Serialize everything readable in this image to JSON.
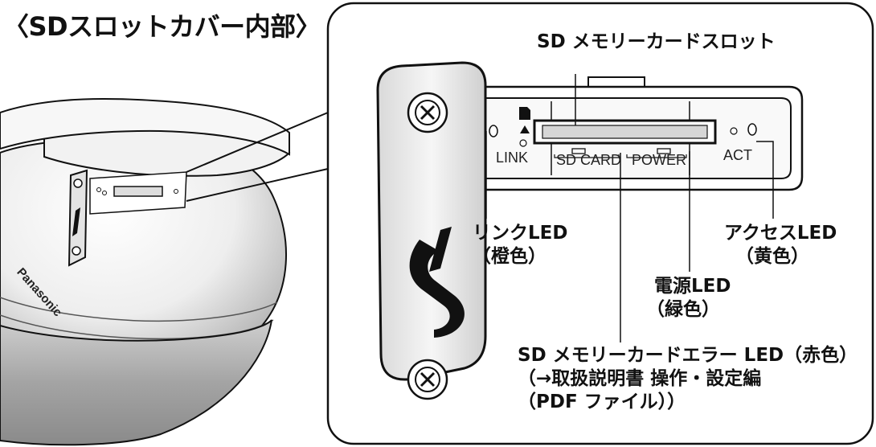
{
  "title": "〈SDスロットカバー内部〉",
  "panel": {
    "link": "LINK",
    "sd_card": "SD CARD",
    "power": "POWER",
    "act": "ACT",
    "logo_mark": "S"
  },
  "camera": {
    "brand": "Panasonic"
  },
  "callouts": {
    "slot": "SD メモリーカードスロット",
    "link_led": [
      "リンクLED",
      "（橙色）"
    ],
    "access_led": [
      "アクセスLED",
      "（黄色）"
    ],
    "power_led": [
      "電源LED",
      "（緑色）"
    ],
    "error_led": [
      "SD メモリーカードエラー LED（赤色）",
      "（→取扱説明書 操作・設定編",
      "（PDF ファイル））"
    ]
  }
}
